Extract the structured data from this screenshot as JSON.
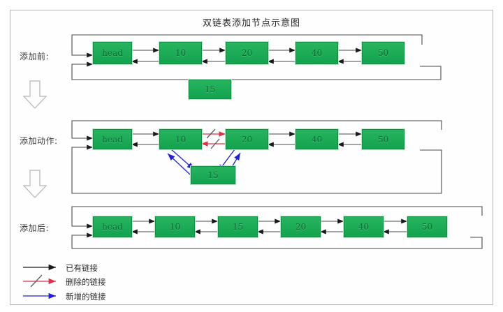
{
  "title": "双链表添加节点示意图",
  "rows": [
    {
      "label": "添加前:",
      "nodes": [
        {
          "text": "head"
        },
        {
          "text": "10"
        },
        {
          "text": "20"
        },
        {
          "text": "40"
        },
        {
          "text": "50"
        }
      ]
    },
    {
      "label": "添加动作:",
      "nodes": [
        {
          "text": "head"
        },
        {
          "text": "10"
        },
        {
          "text": "20"
        },
        {
          "text": "40"
        },
        {
          "text": "50"
        }
      ]
    },
    {
      "label": "添加后:",
      "nodes": [
        {
          "text": "head"
        },
        {
          "text": "10"
        },
        {
          "text": "15"
        },
        {
          "text": "20"
        },
        {
          "text": "40"
        },
        {
          "text": "50"
        }
      ]
    }
  ],
  "new_node_top": {
    "text": "15"
  },
  "new_node_mid": {
    "text": "15"
  },
  "legend": [
    {
      "text": "已有链接",
      "color": "#1a1a1a"
    },
    {
      "text": "删除的链接",
      "color": "#e03048"
    },
    {
      "text": "新增的链接",
      "color": "#2020d8"
    }
  ],
  "colors": {
    "node_fill": "#16a64f",
    "node_border": "#0e8f44",
    "existing_link": "#1a1a1a",
    "deleted_link": "#e03048",
    "new_link": "#2020d8",
    "frame": "#b9b9b9",
    "arrow_block": "#d0d0d0"
  },
  "icons": {
    "transition_1": "down-block-arrow",
    "transition_2": "down-block-arrow"
  }
}
